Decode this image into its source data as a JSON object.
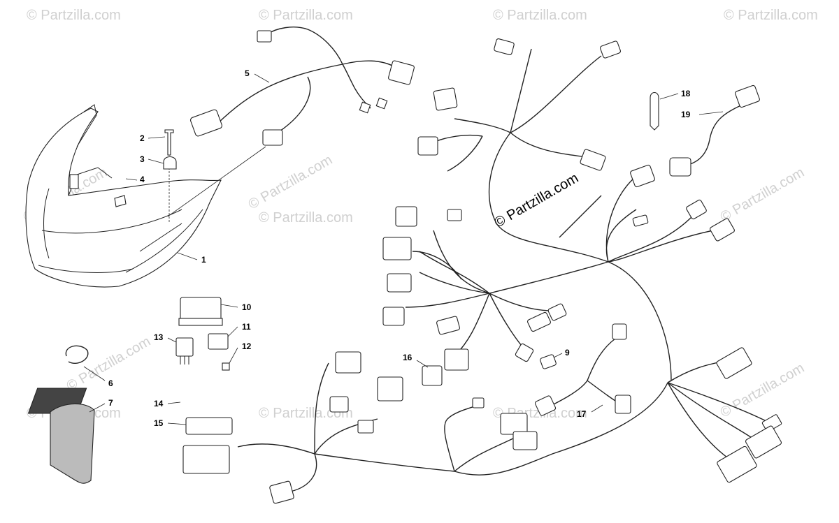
{
  "watermark": {
    "brand": "© Partzilla.com",
    "center_brand": "© Partzilla.com"
  },
  "callouts": [
    "1",
    "2",
    "3",
    "4",
    "5",
    "6",
    "7",
    "9",
    "10",
    "11",
    "12",
    "13",
    "14",
    "15",
    "16",
    "17",
    "18",
    "19"
  ]
}
